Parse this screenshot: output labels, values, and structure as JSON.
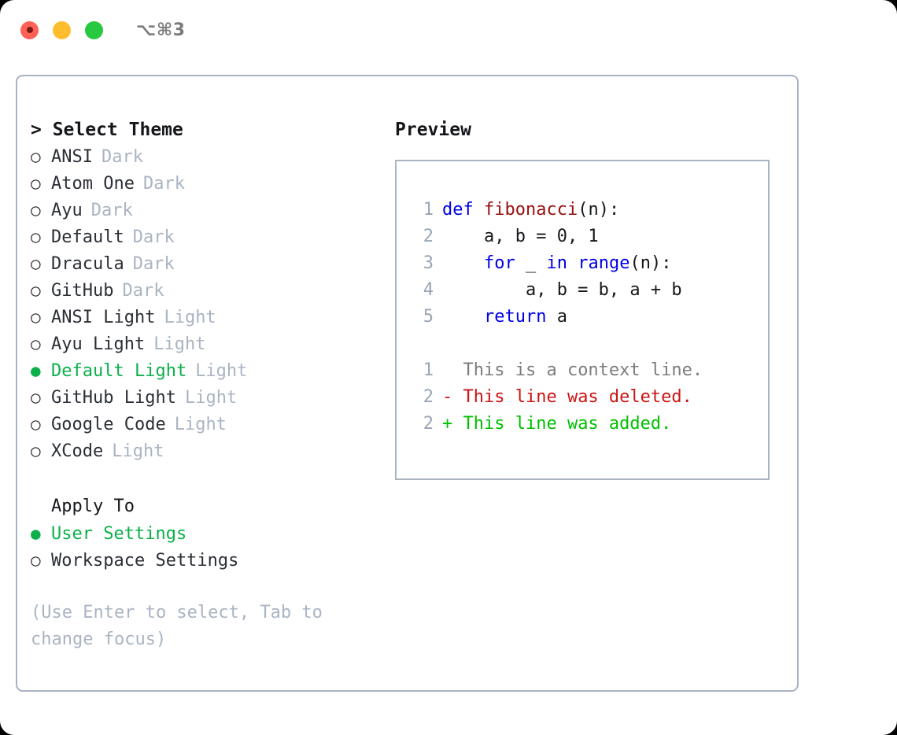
{
  "titlebar": {
    "shortcut": "⌥⌘3",
    "buttons": [
      {
        "name": "close",
        "color": "#ff6058"
      },
      {
        "name": "minimize",
        "color": "#ffbd2e"
      },
      {
        "name": "maximize",
        "color": "#28c840"
      }
    ]
  },
  "theme_picker": {
    "header": "> Select Theme",
    "bullet_unselected": "○",
    "bullet_selected": "●",
    "items": [
      {
        "label": "ANSI",
        "tag": "Dark",
        "selected": false
      },
      {
        "label": "Atom One",
        "tag": "Dark",
        "selected": false
      },
      {
        "label": "Ayu",
        "tag": "Dark",
        "selected": false
      },
      {
        "label": "Default",
        "tag": "Dark",
        "selected": false
      },
      {
        "label": "Dracula",
        "tag": "Dark",
        "selected": false
      },
      {
        "label": "GitHub",
        "tag": "Dark",
        "selected": false
      },
      {
        "label": "ANSI Light",
        "tag": "Light",
        "selected": false
      },
      {
        "label": "Ayu Light",
        "tag": "Light",
        "selected": false
      },
      {
        "label": "Default Light",
        "tag": "Light",
        "selected": true
      },
      {
        "label": "GitHub Light",
        "tag": "Light",
        "selected": false
      },
      {
        "label": "Google Code",
        "tag": "Light",
        "selected": false
      },
      {
        "label": "XCode",
        "tag": "Light",
        "selected": false
      }
    ]
  },
  "apply_to": {
    "title": "Apply To",
    "items": [
      {
        "label": "User Settings",
        "selected": true
      },
      {
        "label": "Workspace Settings",
        "selected": false
      }
    ]
  },
  "hint": "(Use Enter to select, Tab to change focus)",
  "preview": {
    "title": "Preview",
    "code_lines": [
      {
        "number": "1",
        "tokens": [
          {
            "text": "def ",
            "kind": "kw"
          },
          {
            "text": "fibonacci",
            "kind": "fn"
          },
          {
            "text": "(n):",
            "kind": "txt"
          }
        ]
      },
      {
        "number": "2",
        "tokens": [
          {
            "text": "    a, b = 0, 1",
            "kind": "txt"
          }
        ]
      },
      {
        "number": "3",
        "tokens": [
          {
            "text": "    ",
            "kind": "txt"
          },
          {
            "text": "for",
            "kind": "kw"
          },
          {
            "text": " _ ",
            "kind": "txt"
          },
          {
            "text": "in",
            "kind": "kw"
          },
          {
            "text": " ",
            "kind": "txt"
          },
          {
            "text": "range",
            "kind": "kw"
          },
          {
            "text": "(n):",
            "kind": "txt"
          }
        ]
      },
      {
        "number": "4",
        "tokens": [
          {
            "text": "        a, b = b, a + b",
            "kind": "txt"
          }
        ]
      },
      {
        "number": "5",
        "tokens": [
          {
            "text": "    ",
            "kind": "txt"
          },
          {
            "text": "return",
            "kind": "kw"
          },
          {
            "text": " a",
            "kind": "txt"
          }
        ]
      }
    ],
    "diff_lines": [
      {
        "number": "1",
        "marker": " ",
        "text": "This is a context line.",
        "kind": "ctx"
      },
      {
        "number": "2",
        "marker": "-",
        "text": "This line was deleted.",
        "kind": "del"
      },
      {
        "number": "2",
        "marker": "+",
        "text": "This line was added.",
        "kind": "add"
      }
    ]
  },
  "colors": {
    "accent_green": "#0bb04a",
    "diff_added": "#00c000",
    "diff_deleted": "#cc1414",
    "keyword_blue": "#0000e6",
    "function_red": "#9b0e0e",
    "muted": "#aab4c2",
    "border": "#a9b3c2",
    "text": "#15171b"
  }
}
